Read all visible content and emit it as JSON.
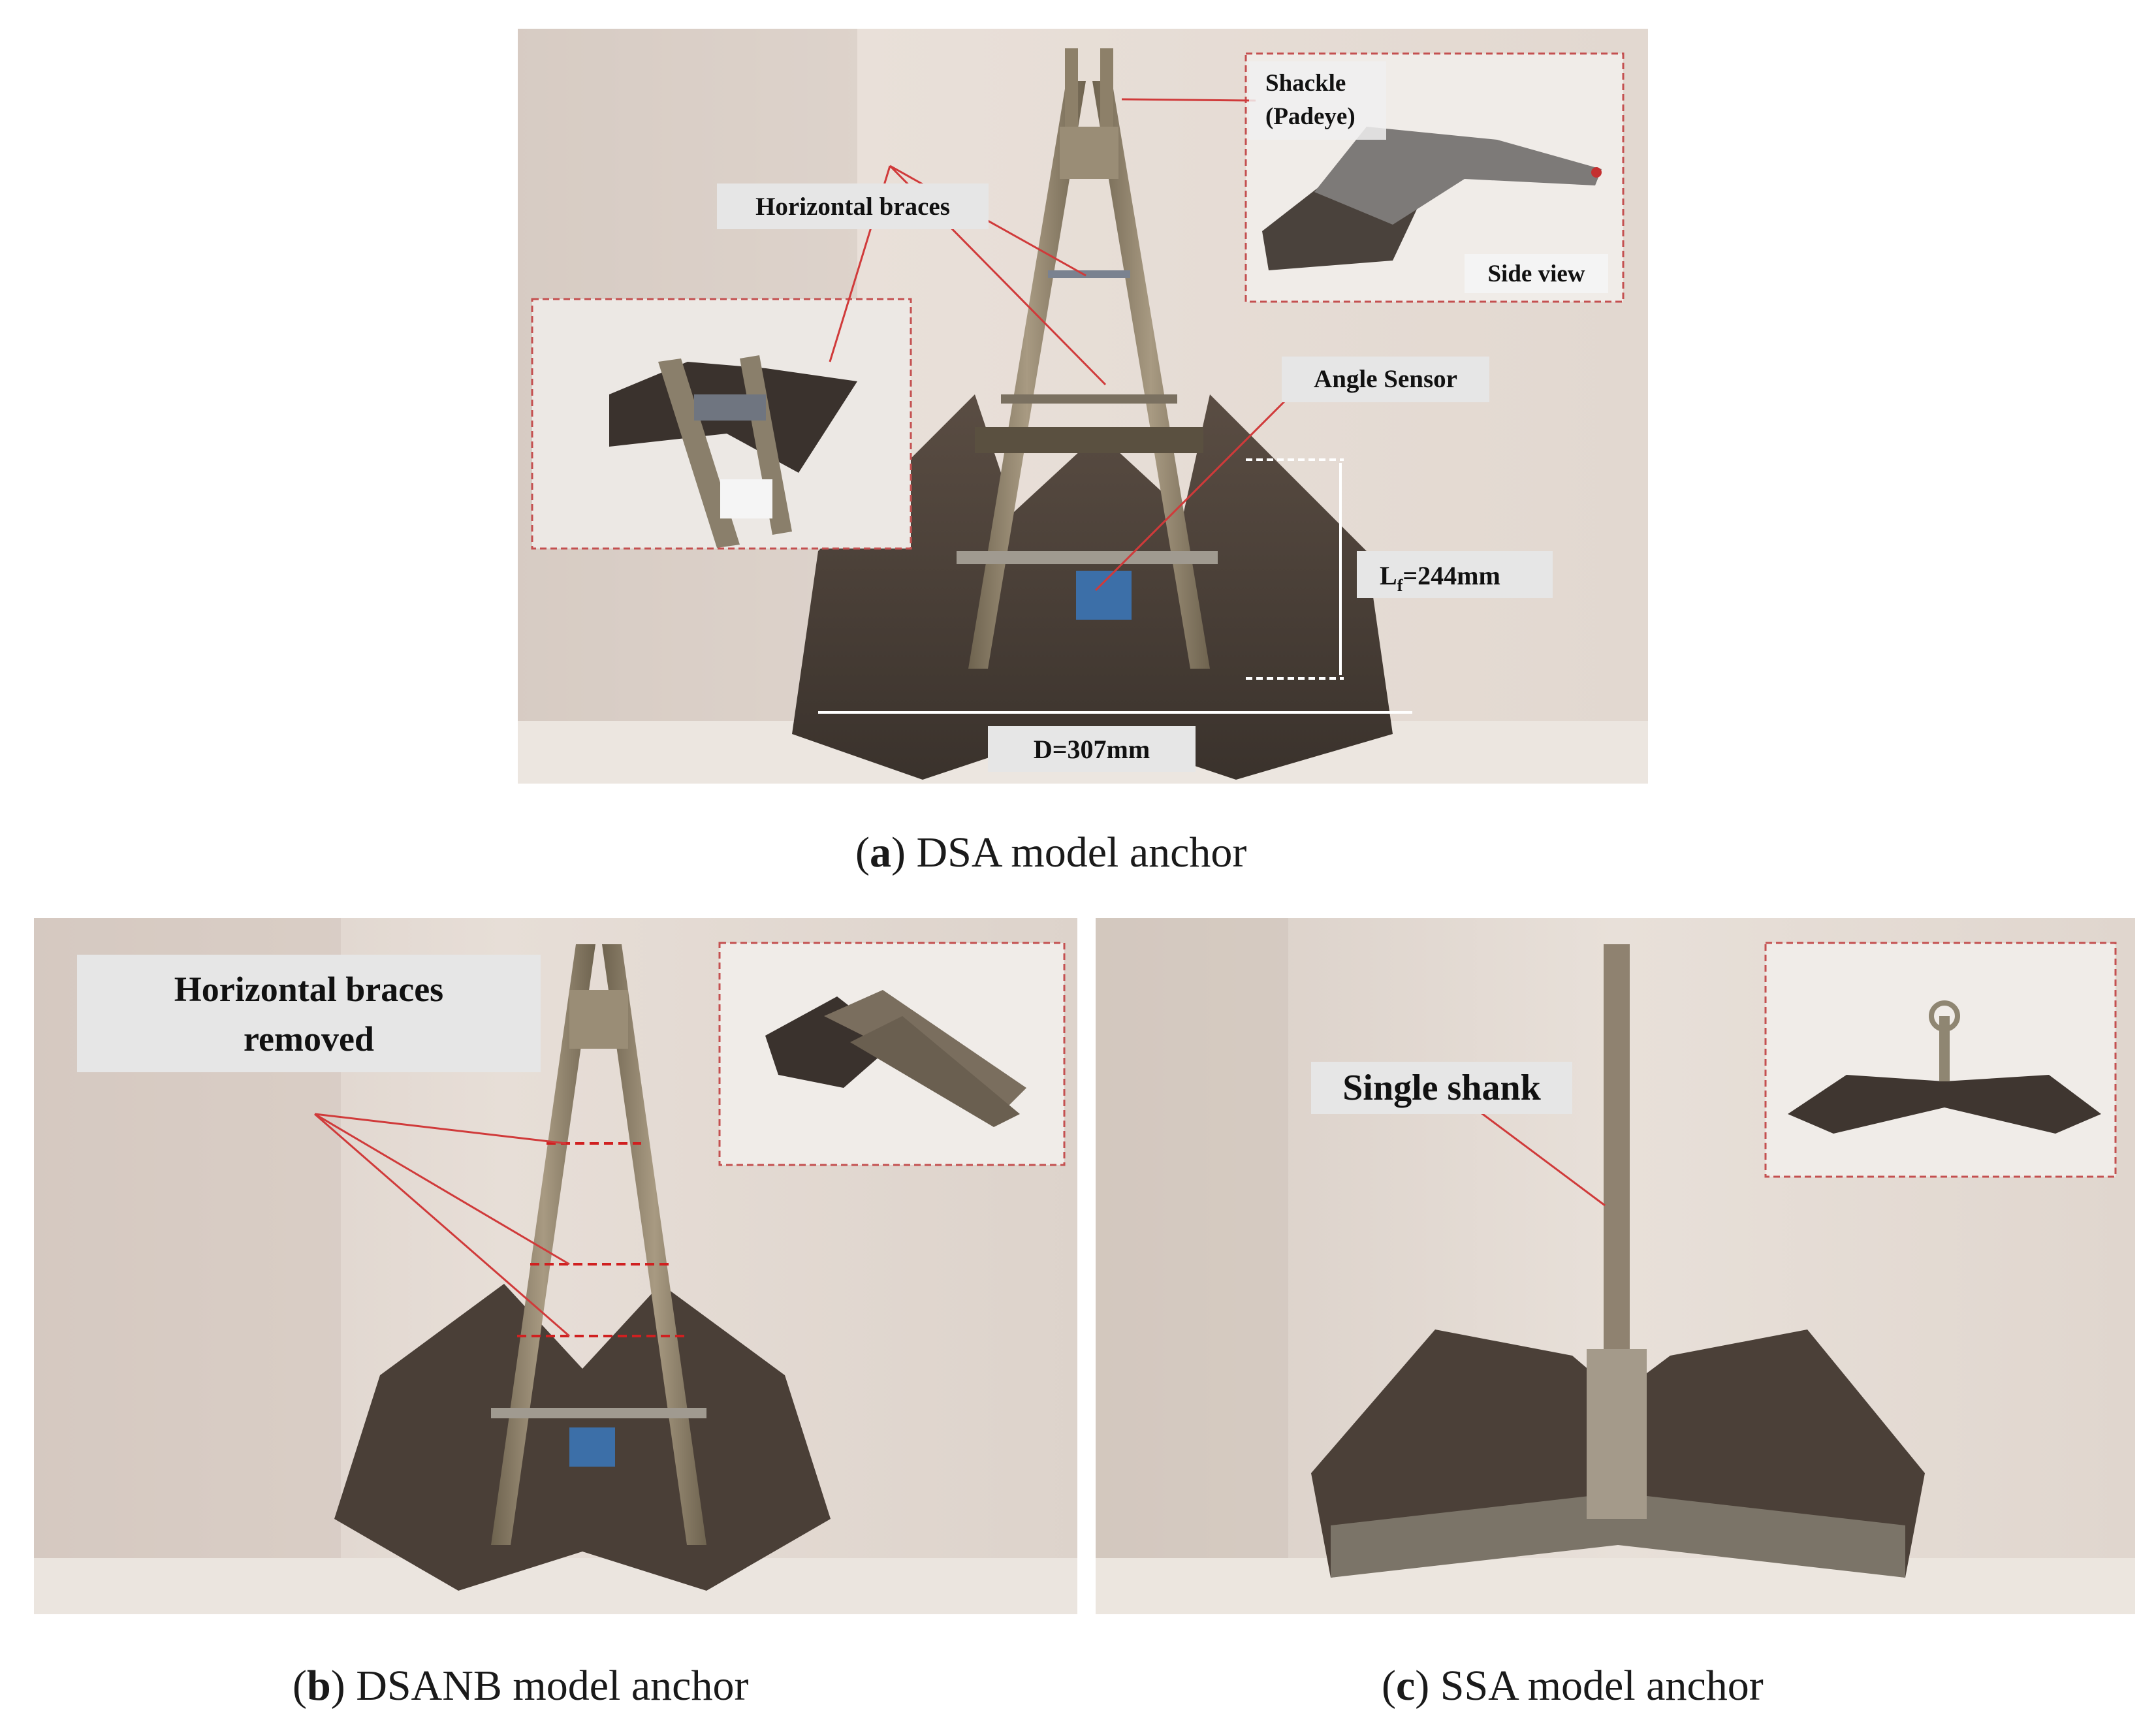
{
  "panel_a": {
    "labels": {
      "shackle_line1": "Shackle",
      "shackle_line2": "(Padeye)",
      "horizontal_braces": "Horizontal braces",
      "side_view": "Side view",
      "angle_sensor": "Angle Sensor",
      "lf_main": "L",
      "lf_sub": "f",
      "lf_value": "=244mm",
      "diameter": "D=307mm"
    },
    "caption": {
      "letter": "a",
      "text": "DSA model anchor"
    }
  },
  "panel_b": {
    "labels": {
      "braces_removed_line1": "Horizontal braces",
      "braces_removed_line2": "removed"
    },
    "caption": {
      "letter": "b",
      "text": "DSANB model anchor"
    }
  },
  "panel_c": {
    "labels": {
      "single_shank": "Single shank"
    },
    "caption": {
      "letter": "c",
      "text": "SSA model anchor"
    }
  },
  "colors": {
    "wall_light": "#e6dcd4",
    "wall_dark": "#c9bcb2",
    "fluke": "#4a3f38",
    "shank": "#8a7d6a",
    "callout_red": "#d03a3a",
    "label_box": "#e8e8e8"
  }
}
